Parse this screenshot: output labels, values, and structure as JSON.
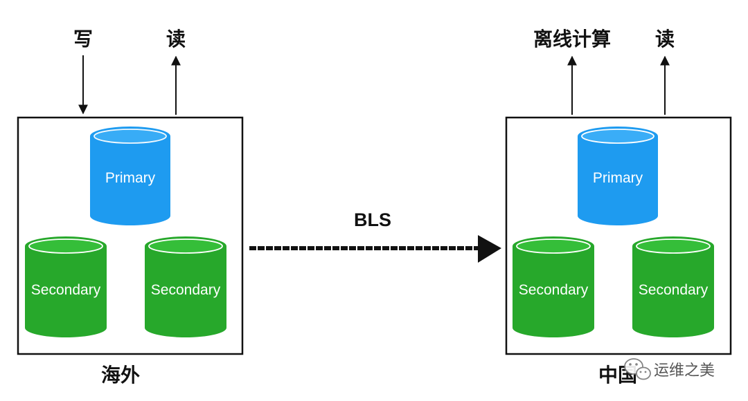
{
  "colors": {
    "primary": "#1E9BF0",
    "primary_dark": "#0F7DCB",
    "primary_top": "#3AADF7",
    "secondary": "#27A82B",
    "secondary_dark": "#17861B",
    "secondary_top": "#35BE39",
    "line": "#111111"
  },
  "left_site": {
    "region": "海外",
    "write_label": "写",
    "read_label": "读",
    "primary_label": "Primary",
    "secondary_labels": [
      "Secondary",
      "Secondary"
    ]
  },
  "right_site": {
    "region": "中国",
    "offline_label": "离线计算",
    "read_label": "读",
    "primary_label": "Primary",
    "secondary_labels": [
      "Secondary",
      "Secondary"
    ]
  },
  "link": {
    "label": "BLS"
  },
  "watermark": {
    "text": "运维之美",
    "icon": "wechat-icon"
  }
}
